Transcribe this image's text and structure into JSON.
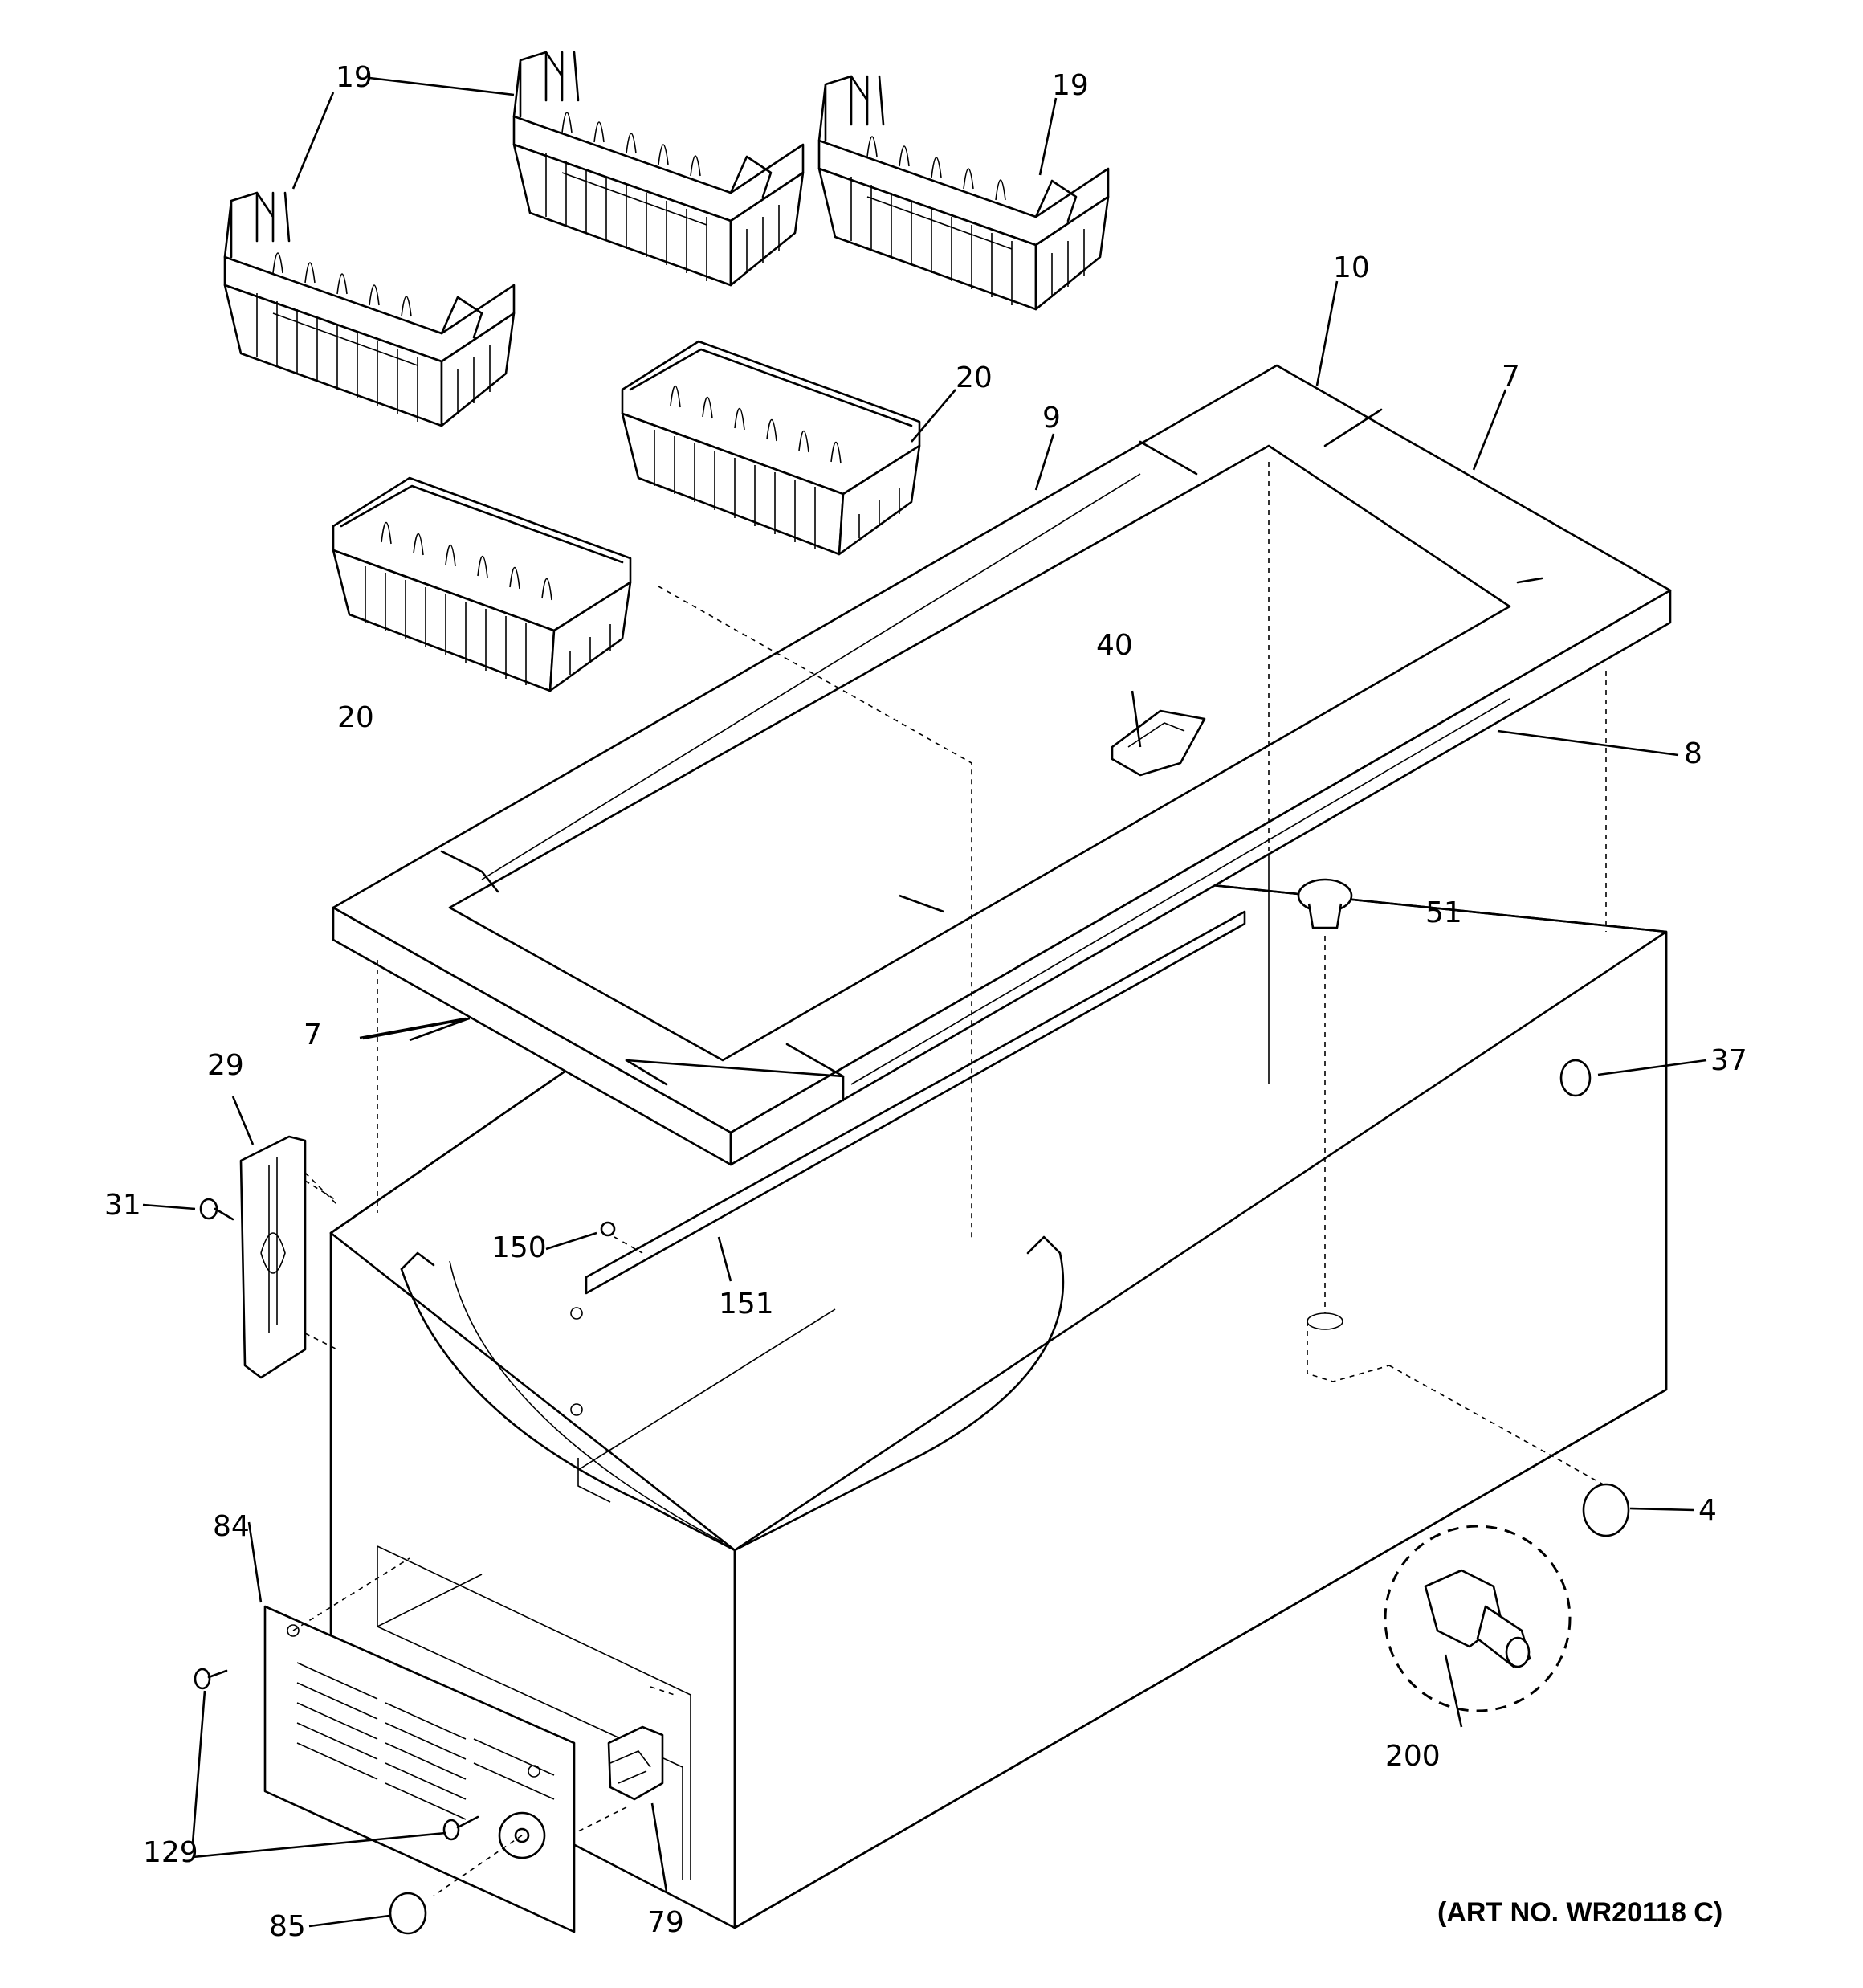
{
  "callouts": [
    {
      "id": "19a",
      "text": "19"
    },
    {
      "id": "19b",
      "text": "19"
    },
    {
      "id": "20a",
      "text": "20"
    },
    {
      "id": "20b",
      "text": "20"
    },
    {
      "id": "9",
      "text": "9"
    },
    {
      "id": "10",
      "text": "10"
    },
    {
      "id": "7a",
      "text": "7"
    },
    {
      "id": "7b",
      "text": "7"
    },
    {
      "id": "8",
      "text": "8"
    },
    {
      "id": "40",
      "text": "40"
    },
    {
      "id": "51",
      "text": "51"
    },
    {
      "id": "37",
      "text": "37"
    },
    {
      "id": "29",
      "text": "29"
    },
    {
      "id": "31",
      "text": "31"
    },
    {
      "id": "150",
      "text": "150"
    },
    {
      "id": "151",
      "text": "151"
    },
    {
      "id": "4",
      "text": "4"
    },
    {
      "id": "200",
      "text": "200"
    },
    {
      "id": "84",
      "text": "84"
    },
    {
      "id": "129",
      "text": "129"
    },
    {
      "id": "85",
      "text": "85"
    },
    {
      "id": "79",
      "text": "79"
    }
  ],
  "art_number": "(ART NO. WR20118 C)"
}
